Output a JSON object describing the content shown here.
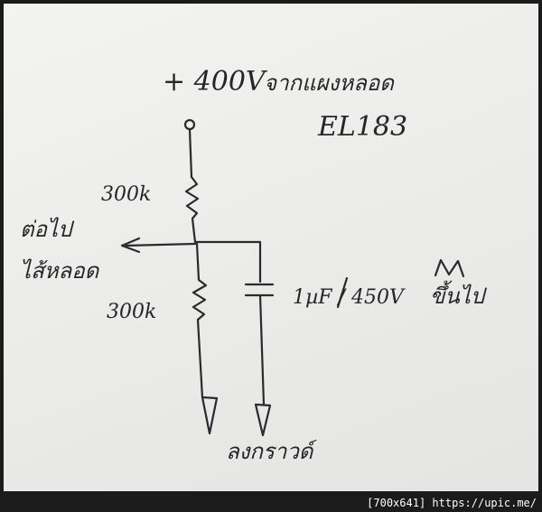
{
  "diagram": {
    "supply_label": "+ 400V",
    "supply_note": "จากแผงหลอด",
    "tube_label": "EL183",
    "resistor_top_label": "300k",
    "resistor_bottom_label": "300k",
    "output_label_line1": "ต่อไป",
    "output_label_line2": "ไส้หลอด",
    "capacitor_label": "1µF / 450V",
    "capacitor_note": "ขึ้นไป",
    "ground_label": "ลงกราวด์"
  },
  "footer": {
    "credit": "[700x641] https://upic.me/"
  }
}
